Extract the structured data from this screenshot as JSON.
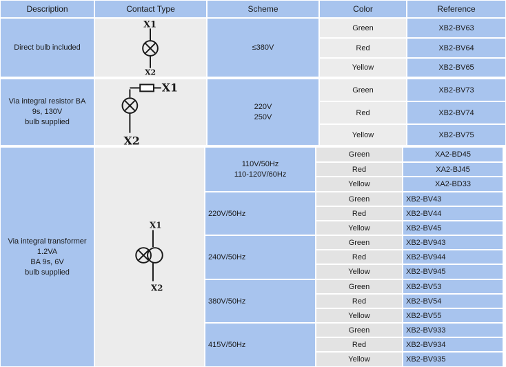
{
  "headers": {
    "description": "Description",
    "contact_type": "Contact Type",
    "scheme": "Scheme",
    "color": "Color",
    "reference": "Reference"
  },
  "symbol_labels": {
    "x1": "X1",
    "x2": "X2"
  },
  "groups": [
    {
      "description": "Direct bulb included",
      "scheme": "≤380V",
      "rows": [
        {
          "color": "Green",
          "reference": "XB2-BV63"
        },
        {
          "color": "Red",
          "reference": "XB2-BV64"
        },
        {
          "color": "Yellow",
          "reference": "XB2-BV65"
        }
      ]
    },
    {
      "description": "Via integral resistor BA\n9s, 130V\nbulb supplied",
      "scheme": "220V\n250V",
      "rows": [
        {
          "color": "Green",
          "reference": "XB2-BV73"
        },
        {
          "color": "Red",
          "reference": "XB2-BV74"
        },
        {
          "color": "Yellow",
          "reference": "XB2-BV75"
        }
      ]
    },
    {
      "description": "Via integral transformer\n1.2VA\nBA 9s, 6V\nbulb supplied",
      "subgroups": [
        {
          "scheme": "110V/50Hz\n110-120V/60Hz",
          "rows": [
            {
              "color": "Green",
              "reference": "XA2-BD45"
            },
            {
              "color": "Red",
              "reference": "XA2-BJ45"
            },
            {
              "color": "Yellow",
              "reference": "XA2-BD33"
            }
          ]
        },
        {
          "scheme": "220V/50Hz",
          "rows": [
            {
              "color": "Green",
              "reference": "XB2-BV43"
            },
            {
              "color": "Red",
              "reference": "XB2-BV44"
            },
            {
              "color": "Yellow",
              "reference": "XB2-BV45"
            }
          ]
        },
        {
          "scheme": "240V/50Hz",
          "rows": [
            {
              "color": "Green",
              "reference": "XB2-BV943"
            },
            {
              "color": "Red",
              "reference": "XB2-BV944"
            },
            {
              "color": "Yellow",
              "reference": "XB2-BV945"
            }
          ]
        },
        {
          "scheme": "380V/50Hz",
          "rows": [
            {
              "color": "Green",
              "reference": "XB2-BV53"
            },
            {
              "color": "Red",
              "reference": "XB2-BV54"
            },
            {
              "color": "Yellow",
              "reference": "XB2-BV55"
            }
          ]
        },
        {
          "scheme": "415V/50Hz",
          "rows": [
            {
              "color": "Green",
              "reference": "XB2-BV933"
            },
            {
              "color": "Red",
              "reference": "XB2-BV934"
            },
            {
              "color": "Yellow",
              "reference": "XB2-BV935"
            }
          ]
        }
      ]
    }
  ]
}
